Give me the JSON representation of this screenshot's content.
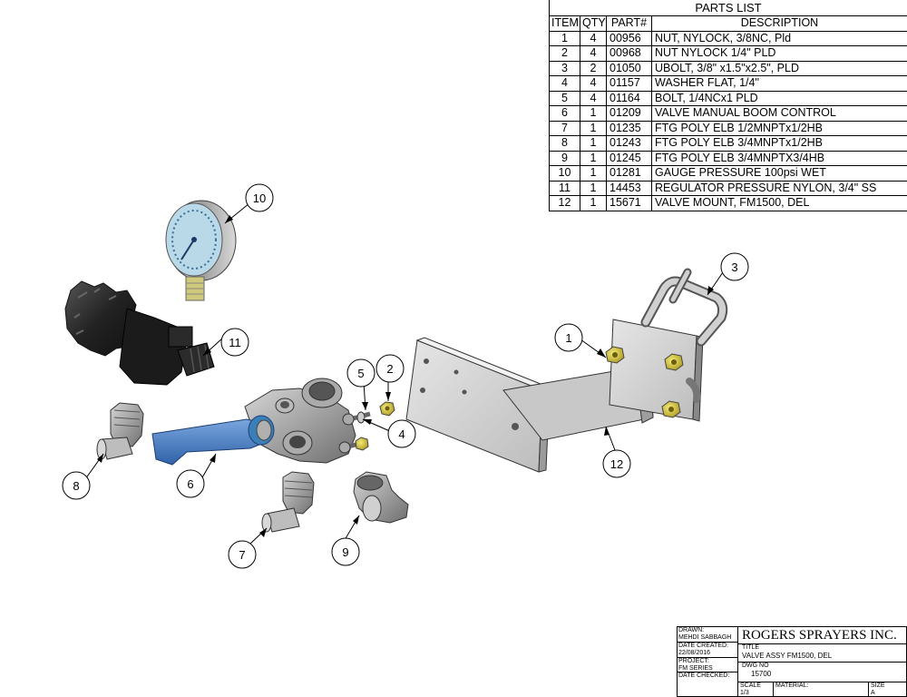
{
  "parts_list": {
    "title": "PARTS LIST",
    "headers": [
      "ITEM",
      "QTY",
      "PART#",
      "DESCRIPTION"
    ],
    "rows": [
      {
        "item": "1",
        "qty": "4",
        "part": "00956",
        "desc": "NUT, NYLOCK, 3/8NC, Pld"
      },
      {
        "item": "2",
        "qty": "4",
        "part": "00968",
        "desc": "NUT NYLOCK 1/4\" PLD"
      },
      {
        "item": "3",
        "qty": "2",
        "part": "01050",
        "desc": "UBOLT, 3/8\" x1.5\"x2.5\", PLD"
      },
      {
        "item": "4",
        "qty": "4",
        "part": "01157",
        "desc": "WASHER FLAT, 1/4\""
      },
      {
        "item": "5",
        "qty": "4",
        "part": "01164",
        "desc": "BOLT, 1/4NCx1 PLD"
      },
      {
        "item": "6",
        "qty": "1",
        "part": "01209",
        "desc": "VALVE MANUAL BOOM CONTROL"
      },
      {
        "item": "7",
        "qty": "1",
        "part": "01235",
        "desc": "FTG POLY ELB 1/2MNPTx1/2HB"
      },
      {
        "item": "8",
        "qty": "1",
        "part": "01243",
        "desc": "FTG POLY ELB 3/4MNPTx1/2HB"
      },
      {
        "item": "9",
        "qty": "1",
        "part": "01245",
        "desc": "FTG POLY ELB 3/4MNPTX3/4HB"
      },
      {
        "item": "10",
        "qty": "1",
        "part": "01281",
        "desc": "GAUGE PRESSURE 100psi WET"
      },
      {
        "item": "11",
        "qty": "1",
        "part": "14453",
        "desc": "REGULATOR PRESSURE NYLON, 3/4\" SS"
      },
      {
        "item": "12",
        "qty": "1",
        "part": "15671",
        "desc": "VALVE MOUNT, FM1500, DEL"
      }
    ]
  },
  "balloons": {
    "b1": "1",
    "b2": "2",
    "b3": "3",
    "b4": "4",
    "b5": "5",
    "b6": "6",
    "b7": "7",
    "b8": "8",
    "b9": "9",
    "b10": "10",
    "b11": "11",
    "b12": "12"
  },
  "title_block": {
    "drawn_label": "DRAWN:",
    "drawn_by": "MEHDI SABBAGH",
    "date_created_label": "DATE CREATED:",
    "date_created": "22/08/2016",
    "project_label": "PROJECT:",
    "project": "FM SERIES",
    "date_checked_label": "DATE CHECKED:",
    "company": "ROGERS SPRAYERS INC.",
    "title_label": "TITLE",
    "title": "VALVE ASSY FM1500, DEL",
    "dwg_no_label": "DWG NO",
    "dwg_no": "15700",
    "scale_label": "SCALE",
    "scale": "1/3",
    "material_label": "MATERIAL:",
    "size_label": "SIZE",
    "size": "A"
  },
  "colors": {
    "handle_blue": "#4a7fc4",
    "nut_yellow": "#d8c83a",
    "body_gray": "#9a9a9a",
    "regulator_black": "#2a2a2a",
    "gauge_face": "#b9d8e8"
  }
}
